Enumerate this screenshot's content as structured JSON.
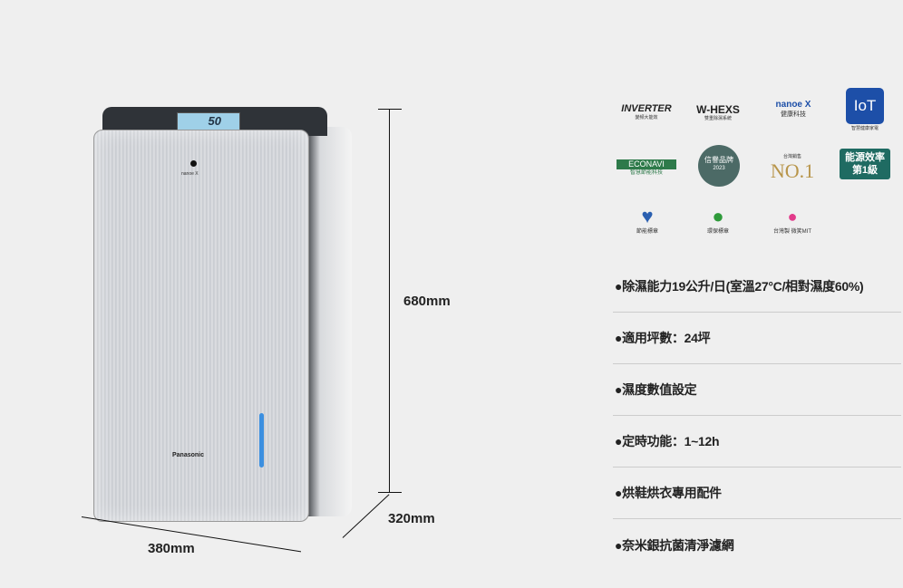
{
  "product": {
    "display_value": "50",
    "brand": "Panasonic",
    "nanoe_label": "nanoe X"
  },
  "dimensions": {
    "height": "680mm",
    "depth": "320mm",
    "width": "380mm"
  },
  "badges": [
    {
      "title": "INVERTER",
      "subtitle": "變頻大能效"
    },
    {
      "title": "W-HEXS",
      "subtitle": "雙重除濕系統"
    },
    {
      "title": "nanoe X",
      "subtitle": "健康科技"
    },
    {
      "title": "IoT",
      "subtitle": "智慧健康家電"
    },
    {
      "title": "ECONAVI",
      "subtitle": "智慧節能科技"
    },
    {
      "title": "信譽品牌",
      "subtitle": "2023"
    },
    {
      "title": "NO.1",
      "subtitle": "台灣銷售"
    },
    {
      "title": "能源效率 第1級",
      "subtitle": ""
    },
    {
      "title": "節能標章",
      "subtitle": ""
    },
    {
      "title": "環保標章",
      "subtitle": ""
    },
    {
      "title": "微笑MIT",
      "subtitle": "台灣製"
    }
  ],
  "features": [
    "●除濕能力19公升/日(室溫27°C/相對濕度60%)",
    "●適用坪數：24坪",
    "●濕度數值設定",
    "●定時功能：1~12h",
    "●烘鞋烘衣專用配件",
    "●奈米銀抗菌清淨濾網"
  ],
  "colors": {
    "background": "#efefef",
    "tank_indicator": "#3b8fe0",
    "iot": "#1d4fa8",
    "econavi": "#2e7a4a",
    "energy": "#1f6b62"
  }
}
